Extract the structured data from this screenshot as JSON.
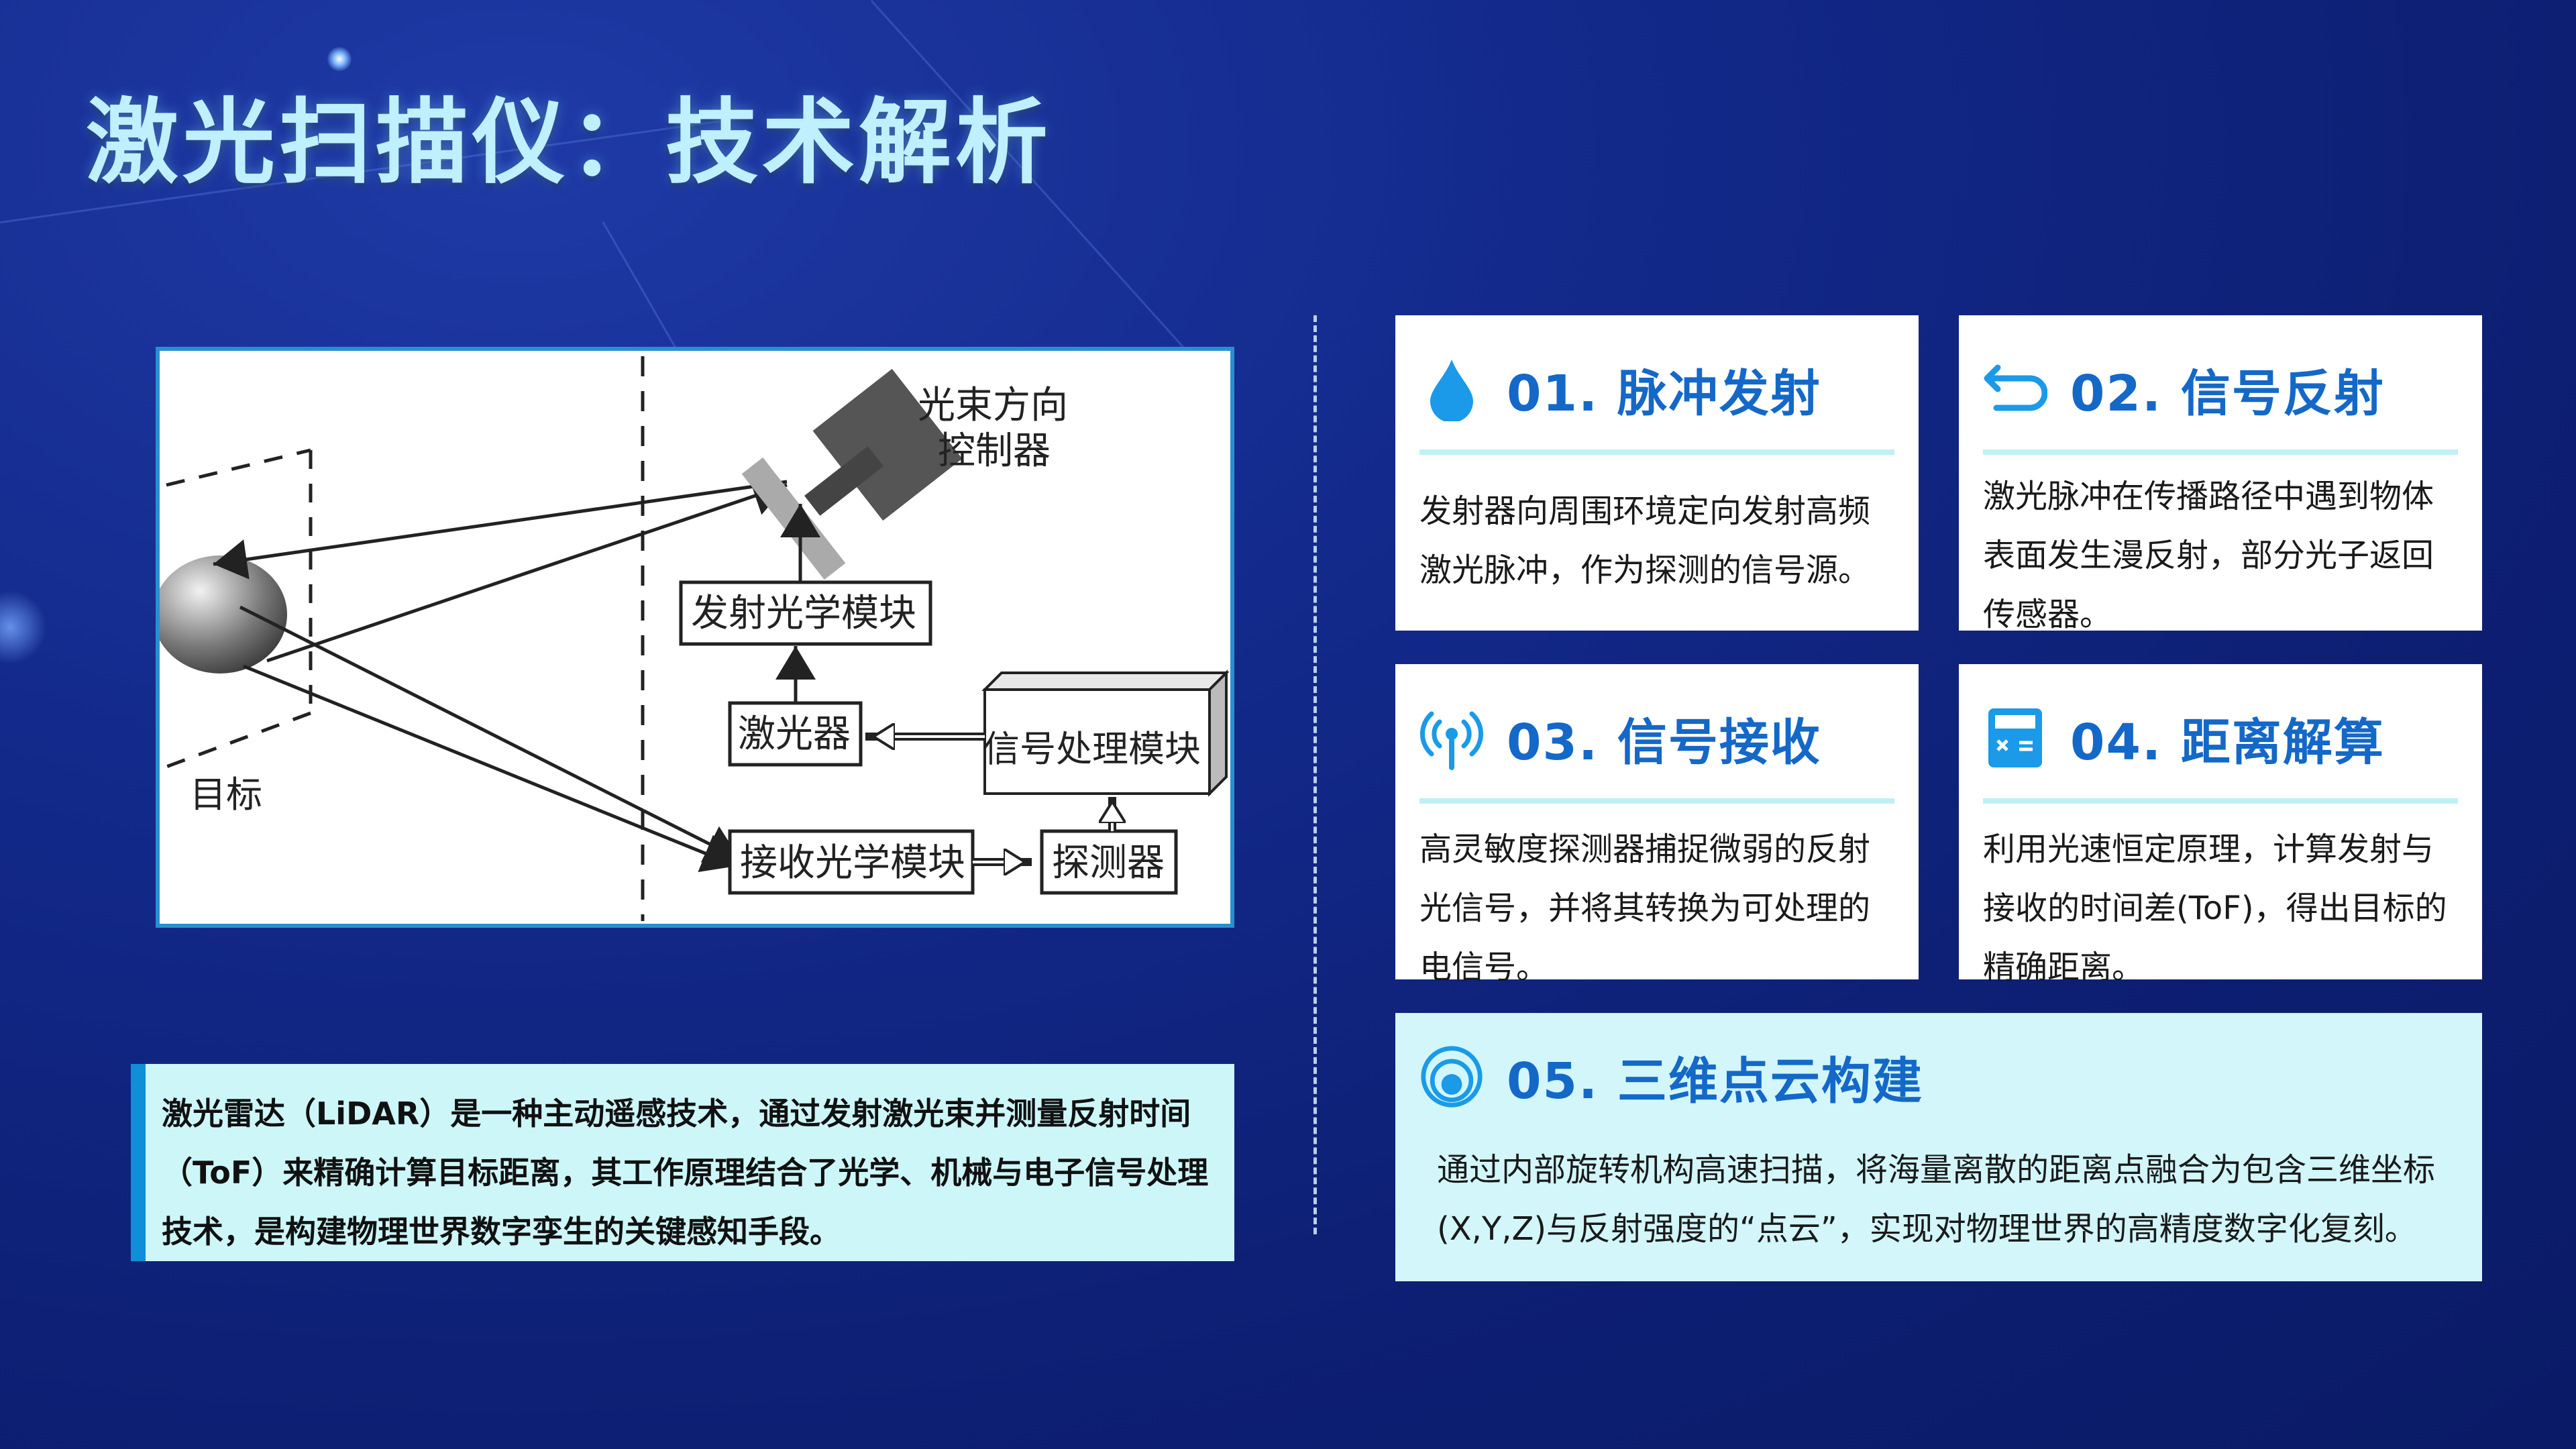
{
  "page": {
    "title": "激光扫描仪：技术解析"
  },
  "diagram": {
    "labels": {
      "beam_controller_line1": "光束方向",
      "beam_controller_line2": "控制器",
      "emit_optics": "发射光学模块",
      "laser": "激光器",
      "signal_processing": "信号处理模块",
      "receive_optics": "接收光学模块",
      "detector": "探测器",
      "target": "目标"
    }
  },
  "intro": {
    "text": "激光雷达（LiDAR）是一种主动遥感技术，通过发射激光束并测量反射时间（ToF）来精确计算目标距离，其工作原理结合了光学、机械与电子信号处理技术，是构建物理世界数字孪生的关键感知手段。"
  },
  "cards": [
    {
      "title": "01. 脉冲发射",
      "icon": "water-drop-icon",
      "text": "发射器向周围环境定向发射高频激光脉冲，作为探测的信号源。"
    },
    {
      "title": "02. 信号反射",
      "icon": "return-arrow-icon",
      "text": "激光脉冲在传播路径中遇到物体表面发生漫反射，部分光子返回传感器。"
    },
    {
      "title": "03. 信号接收",
      "icon": "antenna-signal-icon",
      "text": "高灵敏度探测器捕捉微弱的反射光信号，并将其转换为可处理的电信号。"
    },
    {
      "title": "04. 距离解算",
      "icon": "calculator-icon",
      "text": "利用光速恒定原理，计算发射与接收的时间差(ToF)，得出目标的精确距离。"
    },
    {
      "title": "05. 三维点云构建",
      "icon": "radar-rings-icon",
      "text": "通过内部旋转机构高速扫描，将海量离散的距离点融合为包含三维坐标(X,Y,Z)与反射强度的“点云”，实现对物理世界的高精度数字化复刻。"
    }
  ],
  "colors": {
    "accent": "#1468c8",
    "title": "#bff0ff",
    "card_alt_bg": "#d2f6fa",
    "intro_bar": "#0f8fd8"
  }
}
